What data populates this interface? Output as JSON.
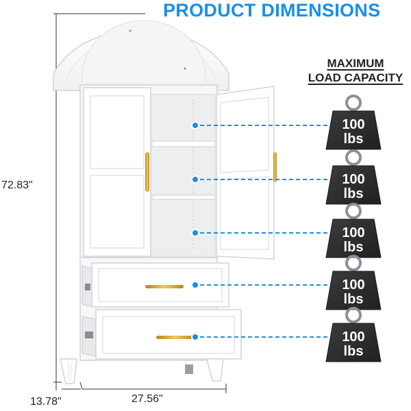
{
  "header": {
    "title": "PRODUCT DIMENSIONS"
  },
  "capacity": {
    "line1": "MAXIMUM",
    "line2": "LOAD CAPACITY"
  },
  "dimensions": {
    "height": "72.83\"",
    "depth": "13.78\"",
    "width": "27.56\""
  },
  "weights": [
    {
      "value": "100",
      "unit": "lbs"
    },
    {
      "value": "100",
      "unit": "lbs"
    },
    {
      "value": "100",
      "unit": "lbs"
    },
    {
      "value": "100",
      "unit": "lbs"
    },
    {
      "value": "100",
      "unit": "lbs"
    }
  ],
  "colors": {
    "accent": "#1a8fe8",
    "cabinet": "#ffffff",
    "outline": "#cfd3d8",
    "handle": "#d4a73a",
    "weight": "#2e2f31"
  }
}
